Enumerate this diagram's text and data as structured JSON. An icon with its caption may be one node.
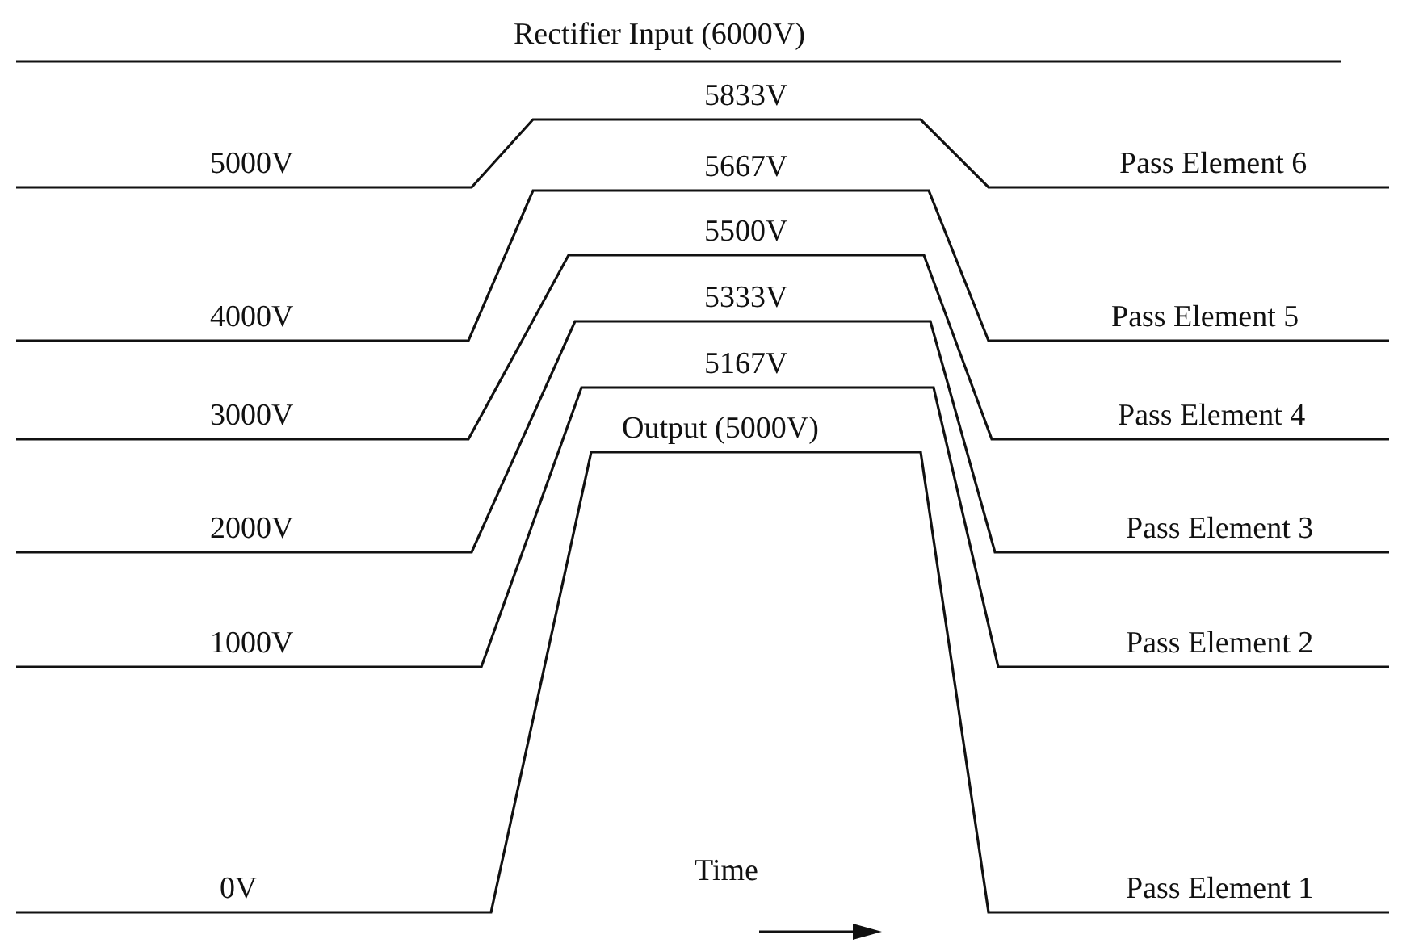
{
  "diagram": {
    "labels": [
      "Rectifier Input (6000V)",
      "5833V",
      "5000V",
      "5667V",
      "Pass Element 6",
      "5500V",
      "5333V",
      "4000V",
      "Pass Element 5",
      "5167V",
      "3000V",
      "Output (5000V)",
      "Pass Element 4",
      "2000V",
      "Pass Element 3",
      "1000V",
      "Pass Element 2",
      "Time",
      "0V",
      "Pass Element 1"
    ]
  }
}
